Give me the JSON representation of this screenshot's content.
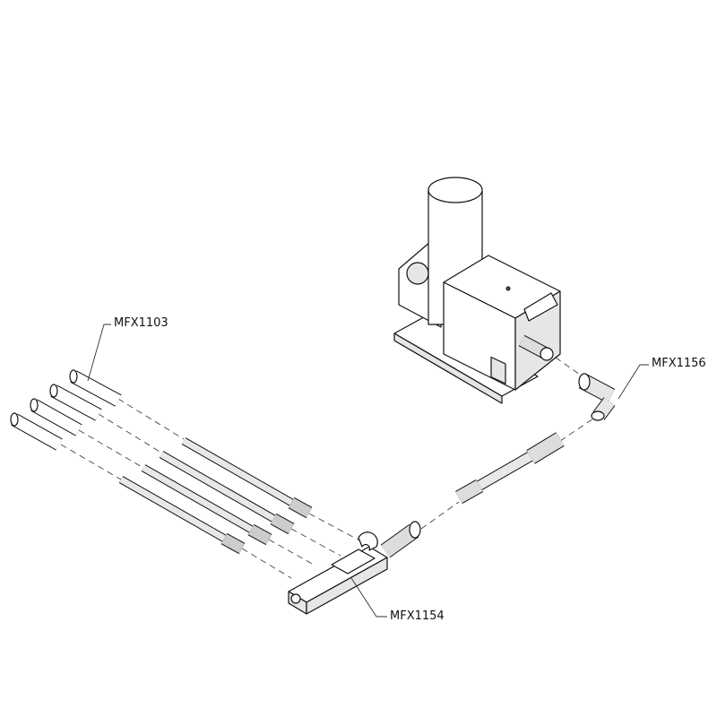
{
  "diagram": {
    "labels": {
      "nozzle_connectors": "MFX1103",
      "elbow_adapter": "MFX1156",
      "manifold": "MFX1154"
    }
  }
}
